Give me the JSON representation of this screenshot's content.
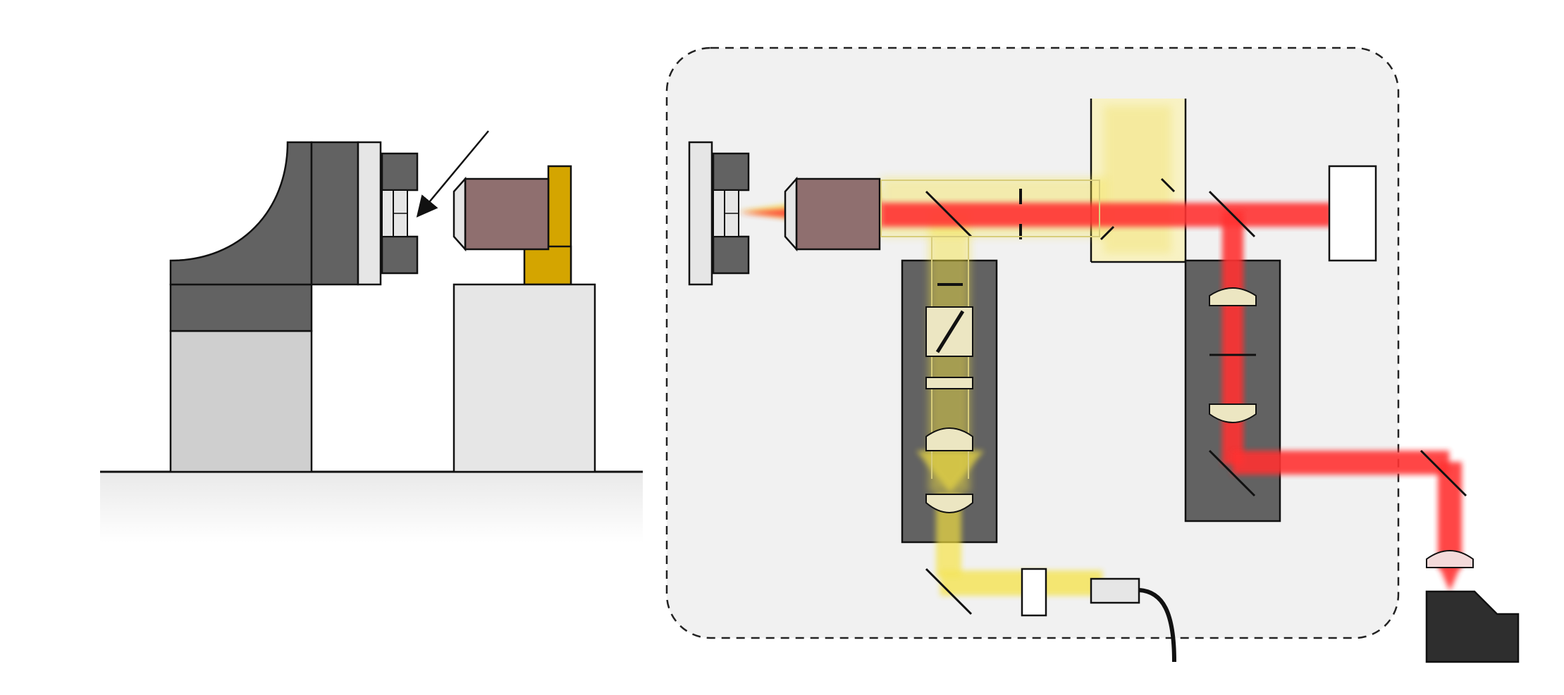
{
  "diagram": {
    "description_free": true,
    "labels": [],
    "colors": {
      "background": "#ffffff",
      "enclosure_fill": "#f1f1f1",
      "enclosure_stroke": "#222222",
      "dark_gray": "#626262",
      "mid_gray": "#cfcfcf",
      "light_gray": "#e6e6e6",
      "objective_body": "#8f6f6f",
      "mount_gold": "#d4a500",
      "laser_red": "#ff3030",
      "light_yellow": "#f5e240",
      "pale_yellow": "#f8f2bf",
      "detector_dark": "#2e2e2e",
      "lens_fill": "#ece6c2"
    },
    "icons": [
      "microscope-side-view",
      "sample-stage",
      "objective-lens",
      "beam-splitter",
      "lens",
      "pinhole",
      "polarizer",
      "light-source-fiber",
      "camera-detector",
      "laser-source"
    ]
  }
}
